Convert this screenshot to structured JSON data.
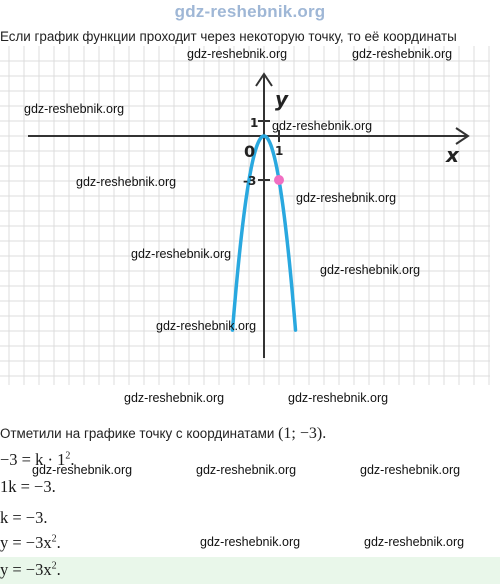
{
  "header": {
    "site": "gdz-reshebnik.org"
  },
  "intro_text": "Если график функции проходит через некоторую точку, то её координаты",
  "graph": {
    "axis_x": "x",
    "axis_y": "y",
    "origin": "0",
    "tick_x": "1",
    "tick_y": "1",
    "tick_neg3": "-3",
    "curve_color": "#29a8df",
    "point_color": "#f06fc2",
    "axis_color": "#333333"
  },
  "watermark": "gdz-reshebnik.org",
  "note": {
    "text": "Отметили на графике точку с координатами",
    "point": "(1; −3)."
  },
  "steps": {
    "s1": {
      "lhs": "−3 = k · 1",
      "exp": "2",
      "end": "."
    },
    "s2": "1k = −3.",
    "s3": "k = −3.",
    "s4": {
      "lhs": "y = −3x",
      "exp": "2",
      "end": "."
    },
    "answer": {
      "lhs": "y = −3x",
      "exp": "2",
      "end": "."
    }
  },
  "colors": {
    "answer_bg": "#e9f7ea",
    "header": "#9fb7d6"
  }
}
